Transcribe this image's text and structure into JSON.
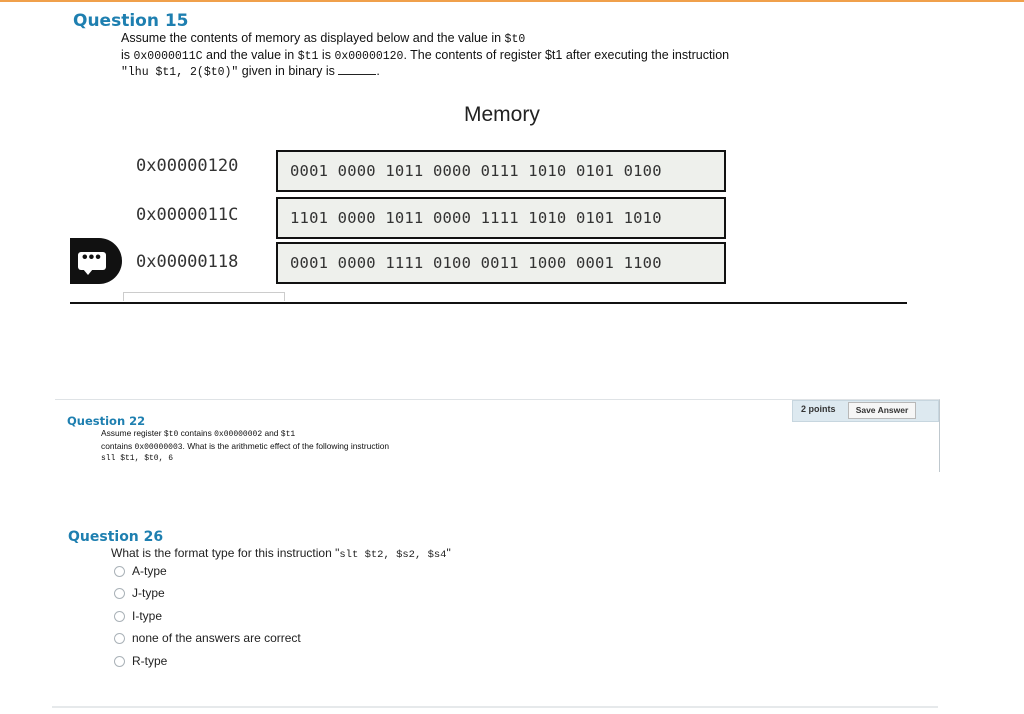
{
  "accent_color": "#1e7fb0",
  "q15": {
    "title": "Question 15",
    "line1_prefix": "Assume the contents of memory as displayed below and the value in ",
    "line1_reg": "$t0",
    "line2_prefix": "is ",
    "line2_val1": "0x0000011C",
    "line2_mid": " and the value in ",
    "line2_reg": "$t1",
    "line2_is": " is ",
    "line2_val2": "0x00000120",
    "line2_suffix": ". The contents of register $t1 after executing the instruction",
    "line3_instr": "\"lhu $t1, 2($t0)\"",
    "line3_suffix": " given in binary is",
    "line3_end": ".",
    "memory_title": "Memory",
    "memory": [
      {
        "address": "0x00000120",
        "bits": "0001 0000 1011 0000 0111 1010 0101 0100"
      },
      {
        "address": "0x0000011C",
        "bits": "1101 0000 1011 0000 1111 1010 0101 1010"
      },
      {
        "address": "0x00000118",
        "bits": "0001 0000 1111 0100 0011 1000 0001 1100"
      }
    ],
    "chat_icon": "chat-bubble-icon",
    "chat_dots": "•••"
  },
  "q22": {
    "title": "Question 22",
    "line1_prefix": "Assume register ",
    "line1_reg1": "$t0",
    "line1_mid": " contains ",
    "line1_val1": "0x00000002",
    "line1_and": " and ",
    "line1_reg2": "$t1",
    "line2_prefix": "contains ",
    "line2_val": "0x00000003",
    "line2_suffix": ". What is the arithmetic effect of the following instruction",
    "line3_instr": "sll $t1, $t0, 6",
    "points": "2 points",
    "save_label": "Save Answer"
  },
  "q26": {
    "title": "Question 26",
    "prompt_prefix": "What is the format type for this instruction \"",
    "prompt_instr": "slt $t2, $s2, $s4",
    "prompt_suffix": "\"",
    "options": [
      "A-type",
      "J-type",
      "I-type",
      "none of the answers are correct",
      "R-type"
    ]
  }
}
